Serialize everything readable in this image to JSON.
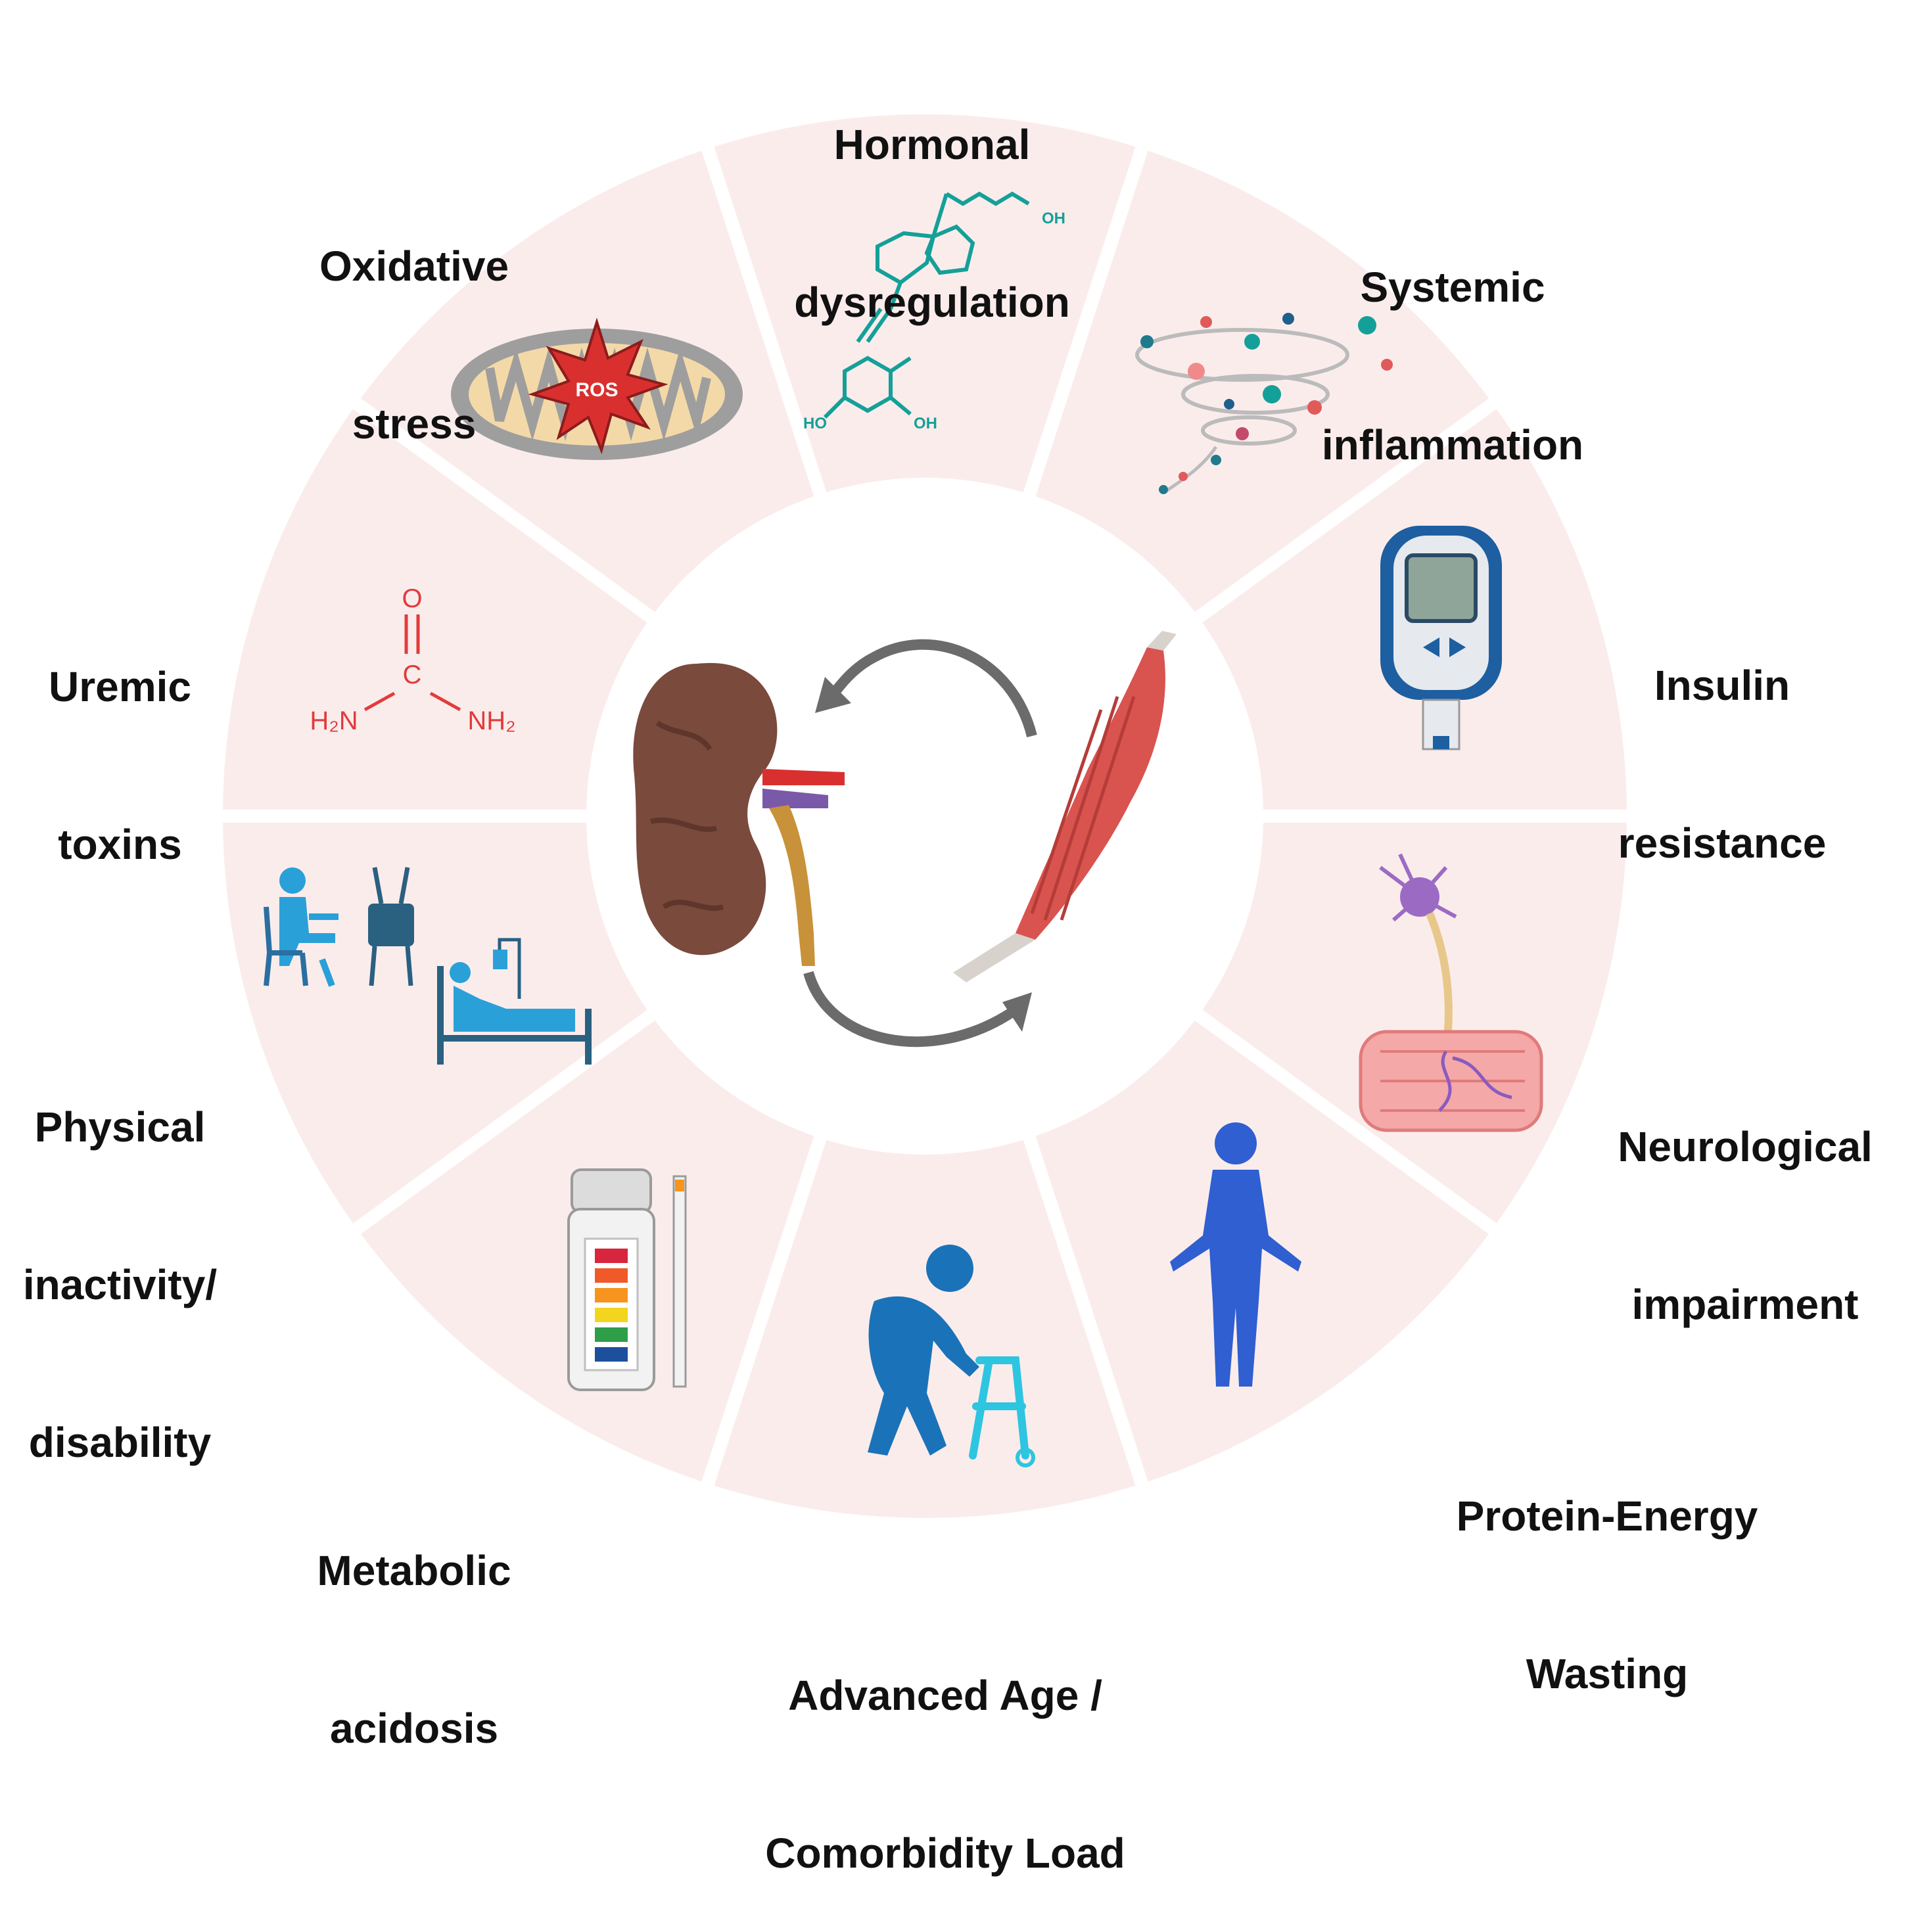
{
  "colors": {
    "segment_fill": "#fbecec",
    "segment_gap": "#ffffff",
    "label_text": "#111111",
    "molecule_teal": "#14a098",
    "urea_red": "#e23b3b",
    "ros_red": "#d9302f",
    "blue_figure": "#1a73b8",
    "kidney": "#7a4a3c",
    "muscle": "#d9534f",
    "arrow_grey": "#6b6b6b"
  },
  "center_icons": [
    "kidney-icon",
    "skeletal-muscle-icon",
    "cycle-arrow-icon"
  ],
  "segments": [
    {
      "key": "hormonal",
      "lines": [
        "Hormonal",
        "dysregulation"
      ],
      "icon": "vitamin-d-molecule-icon",
      "molecule_labels": {
        "oh1": "OH",
        "oh2": "HO",
        "oh3": "OH"
      }
    },
    {
      "key": "inflammation",
      "lines": [
        "Systemic",
        "inflammation"
      ],
      "icon": "cytokine-tornado-icon"
    },
    {
      "key": "insulin",
      "lines": [
        "Insulin",
        "resistance"
      ],
      "icon": "glucometer-icon"
    },
    {
      "key": "neuro",
      "lines": [
        "Neurological",
        "impairment"
      ],
      "icon": "neuron-muscle-fiber-icon"
    },
    {
      "key": "pew",
      "lines": [
        "Protein-Energy",
        "Wasting"
      ],
      "icon": "human-body-icon"
    },
    {
      "key": "age",
      "lines": [
        "Advanced Age /",
        "Comorbidity Load"
      ],
      "icon": "elderly-walker-icon"
    },
    {
      "key": "acidosis",
      "lines": [
        "Metabolic",
        "acidosis"
      ],
      "icon": "ph-test-strip-icon"
    },
    {
      "key": "inactivity",
      "lines": [
        "Physical",
        "inactivity/",
        "disability"
      ],
      "icon": "sedentary-bed-rest-icon"
    },
    {
      "key": "uremic",
      "lines": [
        "Uremic",
        "toxins"
      ],
      "icon": "urea-molecule-icon",
      "molecule_labels": {
        "o": "O",
        "c": "C",
        "h2n": "H₂N",
        "nh2": "NH₂"
      }
    },
    {
      "key": "oxidative",
      "lines": [
        "Oxidative",
        "stress"
      ],
      "icon": "mitochondria-ros-icon",
      "badge": "ROS"
    }
  ]
}
